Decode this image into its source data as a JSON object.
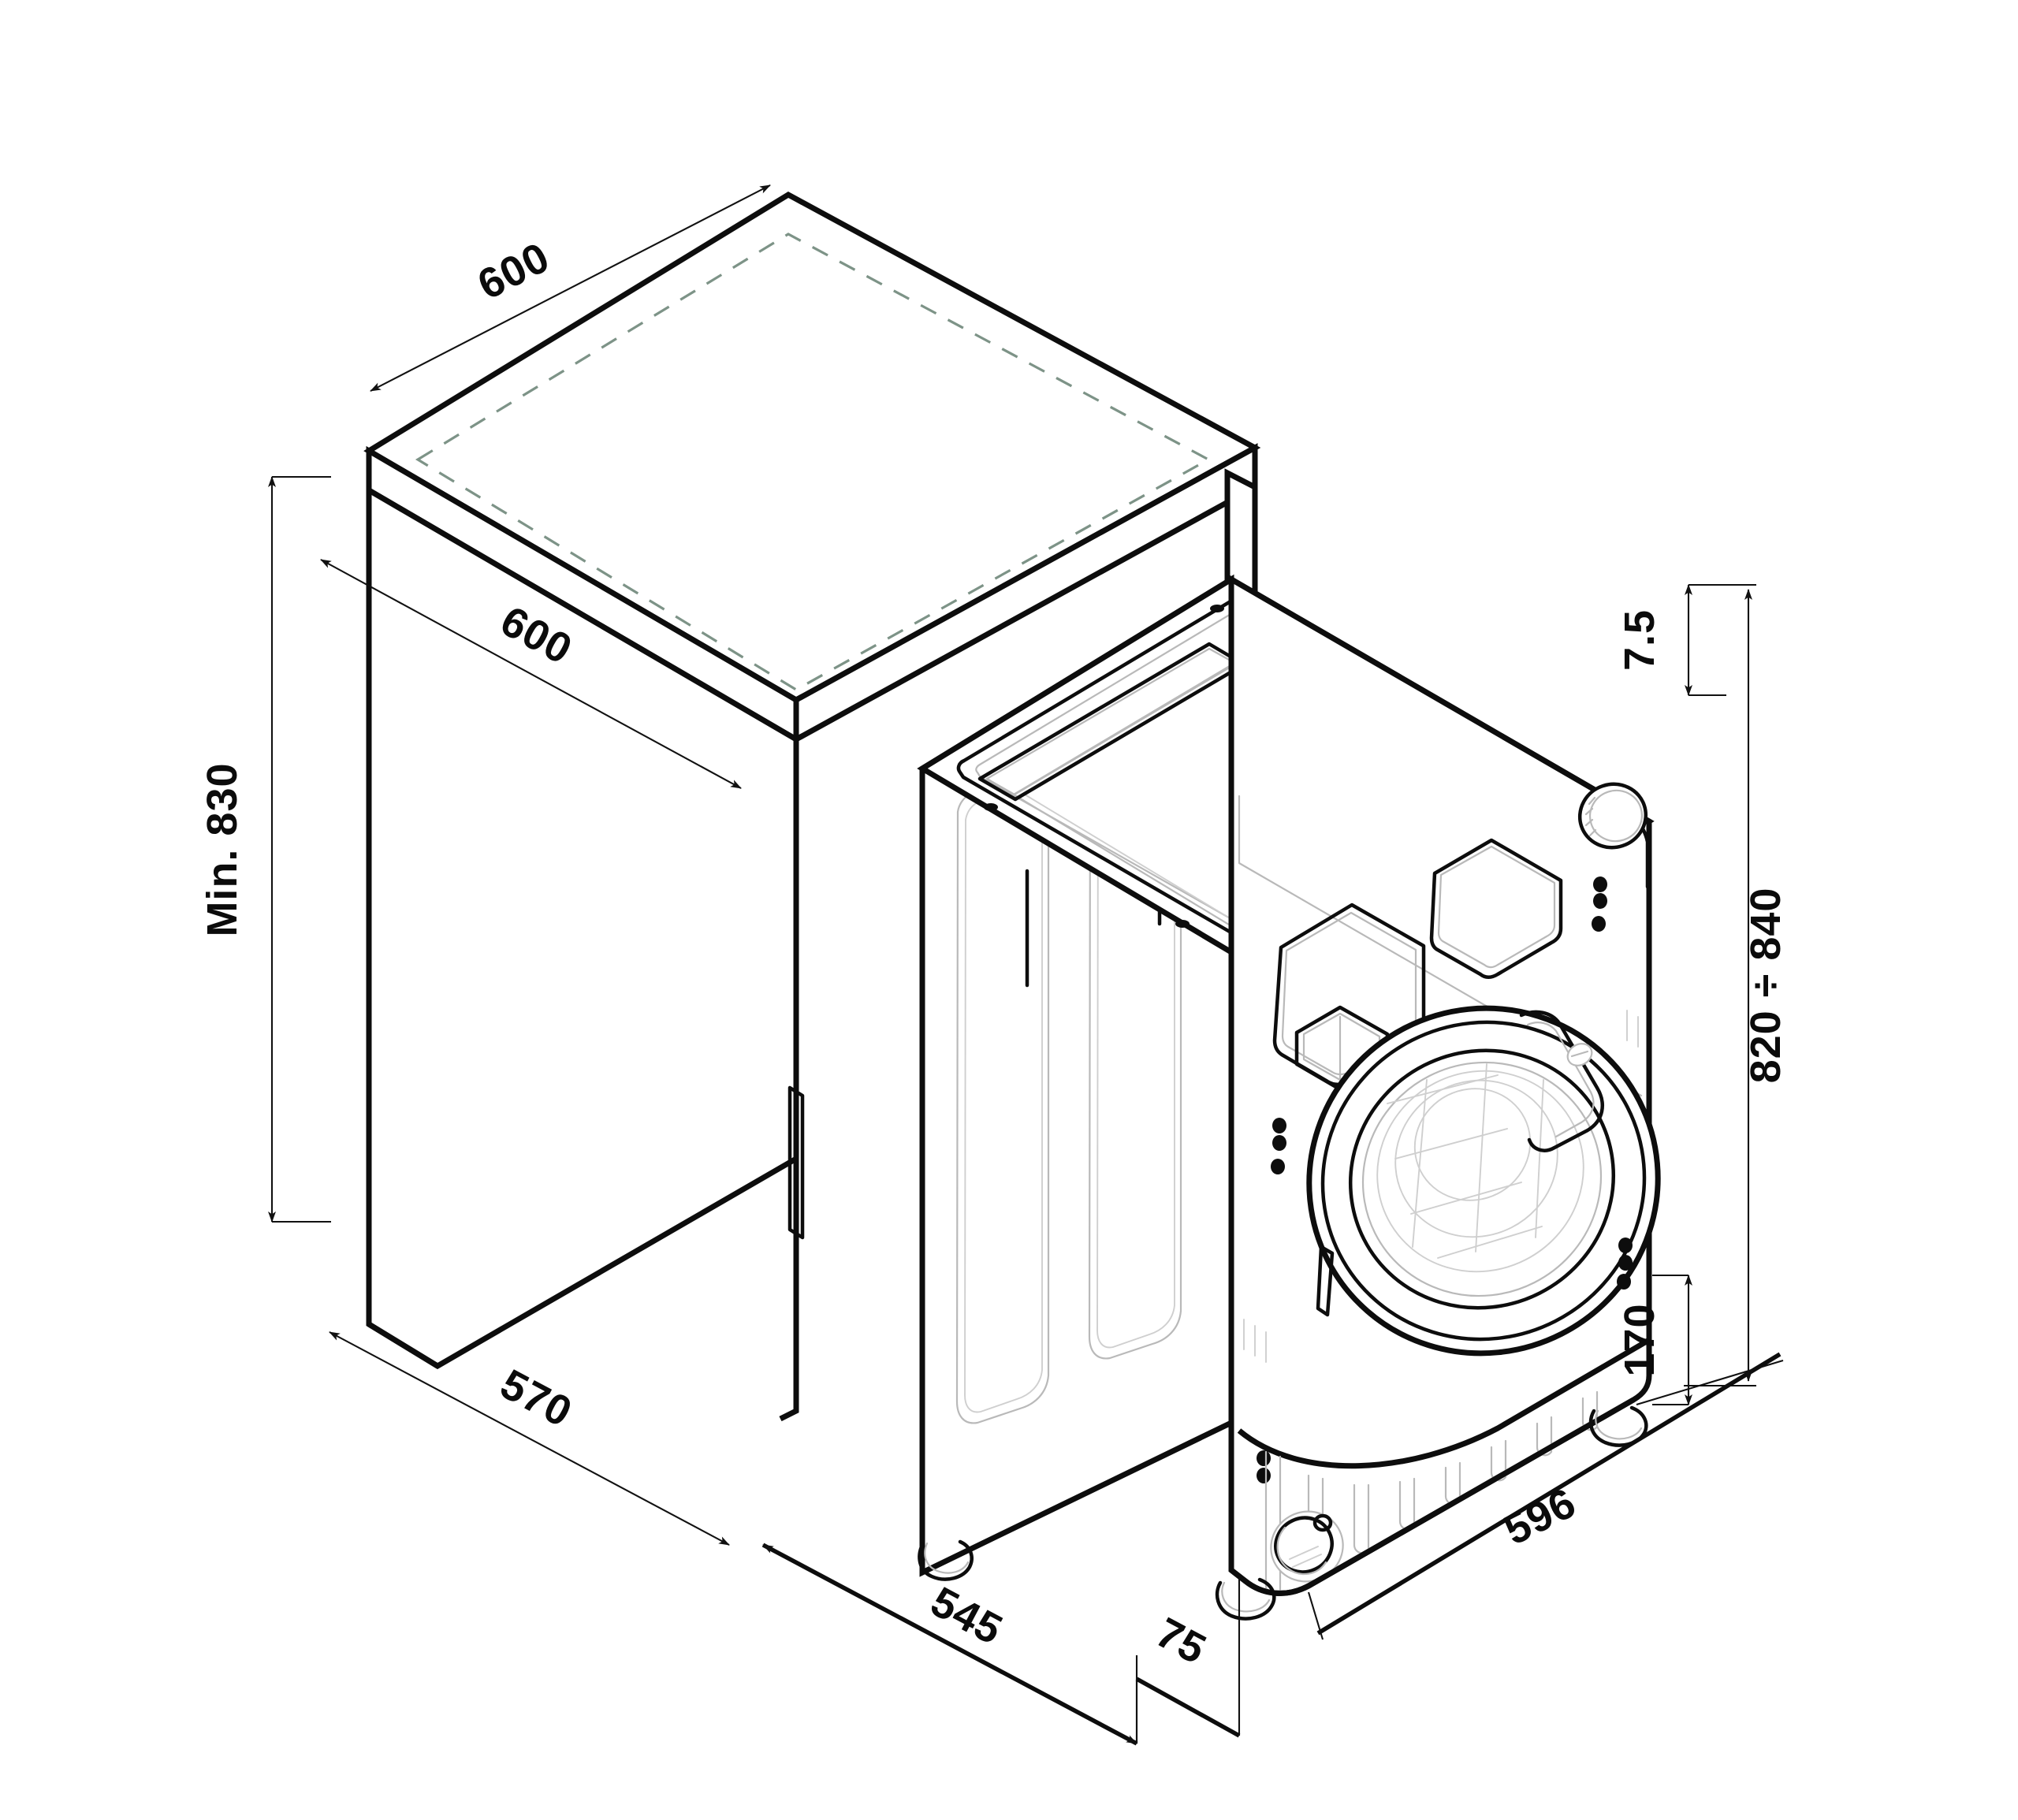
{
  "drawing": {
    "type": "isometric-installation-diagram",
    "subject": "built-in washing machine and cabinet niche",
    "background_color": "#ffffff",
    "line_color": "#0d0d0d",
    "hidden_line_color": "#7d9387",
    "units": "mm"
  },
  "dimensions": {
    "cabinet_depth_top": "600",
    "cabinet_width_front": "600",
    "cabinet_height": "Min. 830",
    "cabinet_side_depth": "570",
    "niche_floor_depth": "545",
    "plinth_gap": "75",
    "appliance_top_gap": "7.5",
    "appliance_height_range": "820 ÷ 840",
    "appliance_plinth_height": "170",
    "appliance_width": "596"
  },
  "labels": [
    {
      "id": "top-depth",
      "value": "600",
      "rotation": -31
    },
    {
      "id": "front-width",
      "value": "600",
      "rotation": -31
    },
    {
      "id": "cabinet-height",
      "value": "Min. 830",
      "rotation": -90
    },
    {
      "id": "side-depth",
      "value": "570",
      "rotation": 22
    },
    {
      "id": "niche-depth",
      "value": "545",
      "rotation": 22
    },
    {
      "id": "plinth-gap",
      "value": "75",
      "rotation": 22
    },
    {
      "id": "top-gap",
      "value": "7.5",
      "rotation": -90
    },
    {
      "id": "height-range",
      "value": "820 ÷ 840",
      "rotation": -90
    },
    {
      "id": "plinth-height",
      "value": "170",
      "rotation": -90
    },
    {
      "id": "machine-width",
      "value": "596",
      "rotation": -22
    }
  ],
  "appliance": {
    "name": "front-loading washing machine",
    "features": [
      "hinged lid / top panel recess",
      "detergent drawer",
      "control knob",
      "porthole door with handle",
      "drum interior",
      "lower vent slots",
      "pump filter access cap",
      "adjustable levelling feet",
      "side panel embossed panels"
    ]
  },
  "cabinet": {
    "name": "kitchen base unit niche",
    "features": [
      "worktop slab with overhang",
      "left side panel",
      "right side panel",
      "hidden (dashed) worktop underside outline",
      "open front niche"
    ]
  }
}
